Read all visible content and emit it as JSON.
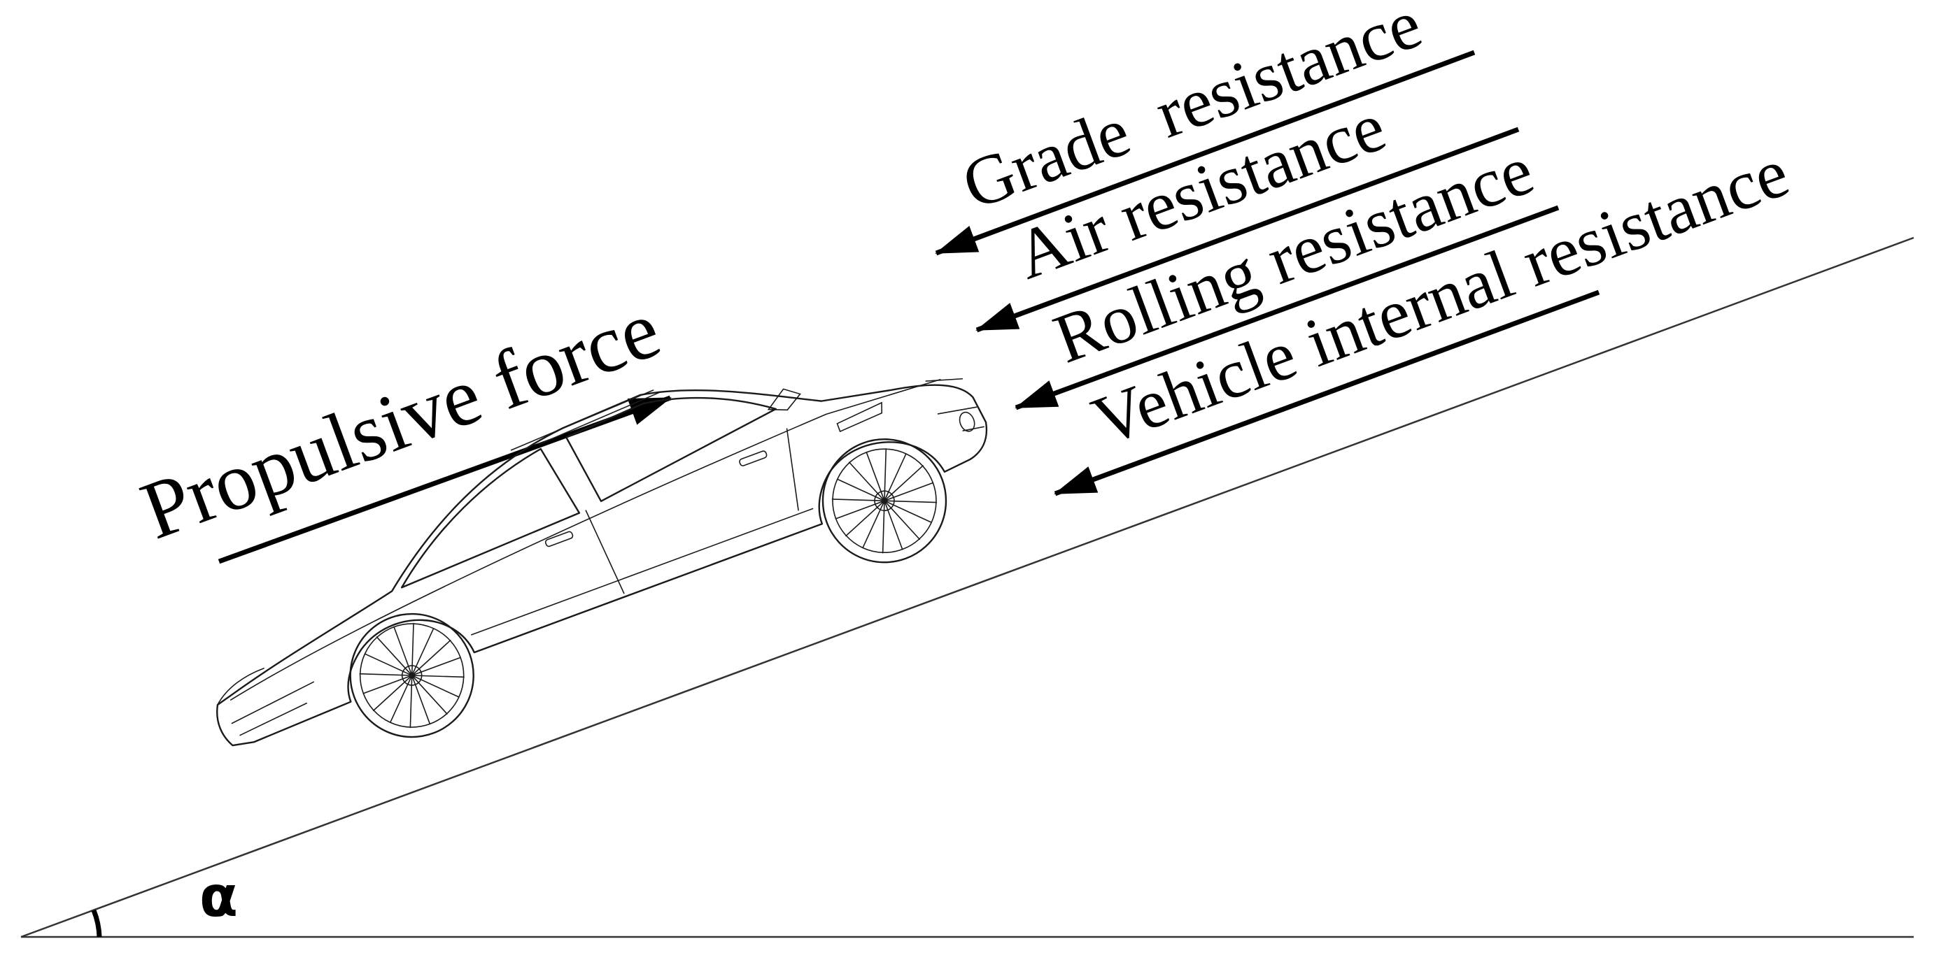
{
  "labels": {
    "propulsive": "Propulsive force",
    "grade": "Grade  resistance",
    "air": "Air resistance",
    "rolling": "Rolling resistance",
    "internal": "Vehicle internal resistance",
    "angle": "α"
  },
  "colors": {
    "ink": "#000000",
    "slope_line": "#333333",
    "background": "#ffffff"
  },
  "icons": {
    "vehicle": "sedan-car-icon",
    "wheel": "wheel-icon"
  }
}
